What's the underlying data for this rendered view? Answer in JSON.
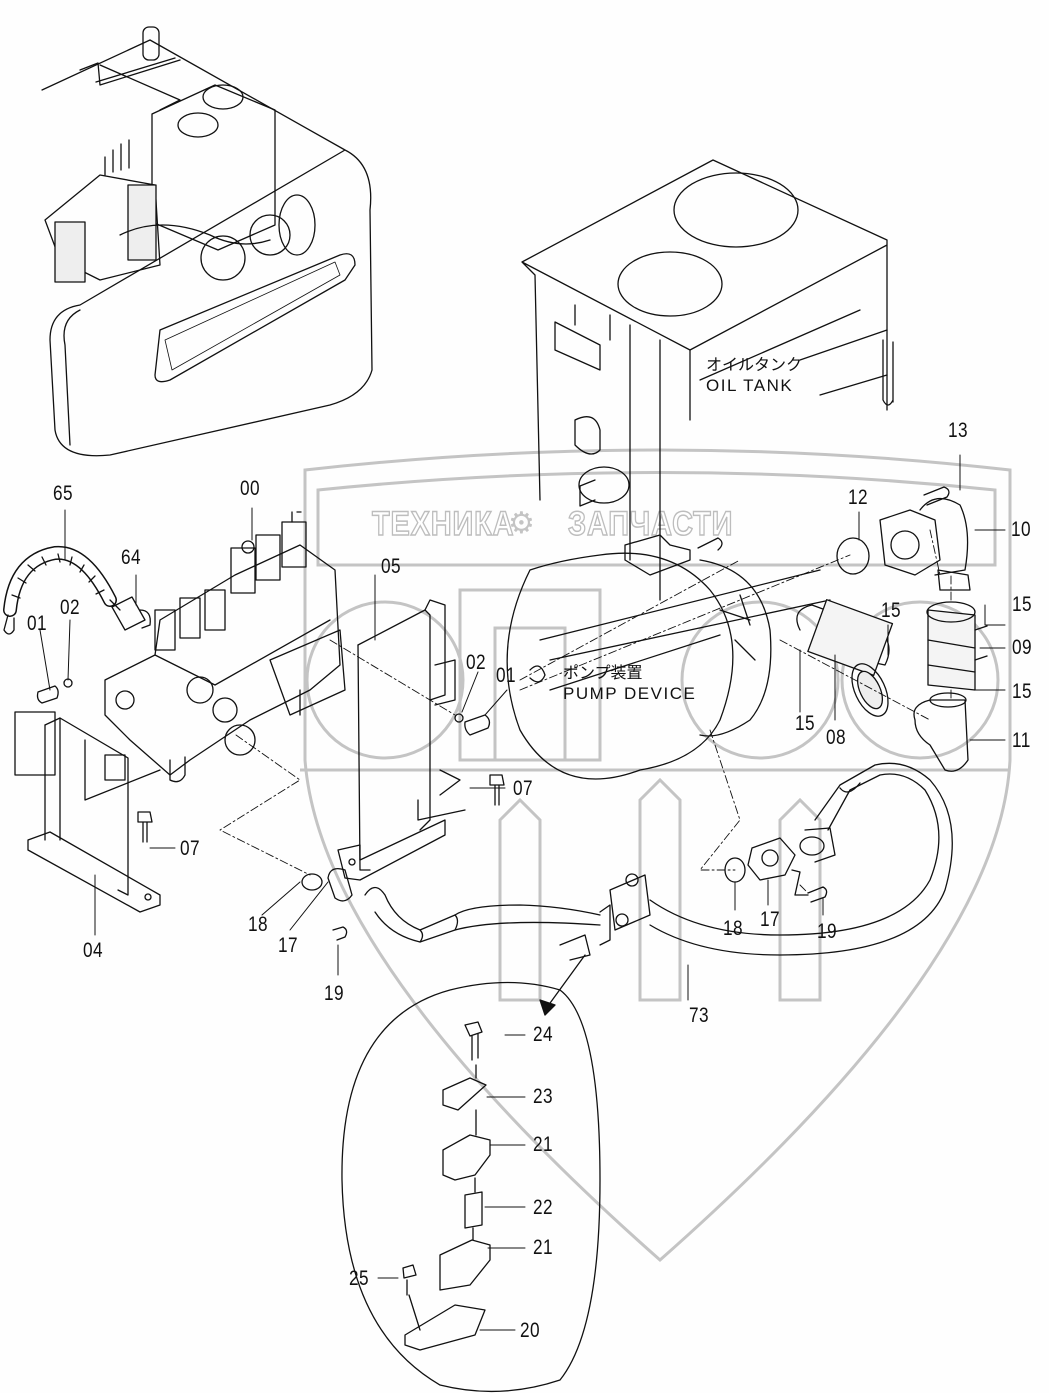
{
  "watermark": {
    "left_text": "ТЕХНИКА",
    "right_text": "ЗАПЧАСТИ",
    "logo_letters": "СПЧ",
    "color": "#bdbdbd"
  },
  "captions": {
    "oil_tank": {
      "jp": "オイルタンク",
      "en": "OIL TANK"
    },
    "pump_device": {
      "jp": "ポンプ装置",
      "en": "PUMP DEVICE"
    }
  },
  "callouts": [
    {
      "id": "00",
      "part": "control-valve"
    },
    {
      "id": "65",
      "part": "spiral-hose-guard"
    },
    {
      "id": "64",
      "part": "hose-fitting"
    },
    {
      "id": "01",
      "part": "bolt-left"
    },
    {
      "id": "02",
      "part": "washer-left"
    },
    {
      "id": "05",
      "part": "bracket-right"
    },
    {
      "id": "02",
      "part": "washer-right"
    },
    {
      "id": "01",
      "part": "bolt-right"
    },
    {
      "id": "07",
      "part": "bolt-bracket-right"
    },
    {
      "id": "07",
      "part": "bolt-bracket-left"
    },
    {
      "id": "04",
      "part": "bracket-left"
    },
    {
      "id": "18",
      "part": "o-ring-left"
    },
    {
      "id": "17",
      "part": "flange-left"
    },
    {
      "id": "19",
      "part": "bolt-flange-left"
    },
    {
      "id": "73",
      "part": "suction-hose"
    },
    {
      "id": "18",
      "part": "o-ring-right"
    },
    {
      "id": "17",
      "part": "flange-right"
    },
    {
      "id": "19",
      "part": "bolt-flange-right"
    },
    {
      "id": "12",
      "part": "gasket"
    },
    {
      "id": "13",
      "part": "bolt-elbow"
    },
    {
      "id": "10",
      "part": "elbow-upper"
    },
    {
      "id": "15",
      "part": "clamp-upper"
    },
    {
      "id": "09",
      "part": "hose-coupling"
    },
    {
      "id": "15",
      "part": "clamp-lower"
    },
    {
      "id": "11",
      "part": "elbow-lower"
    },
    {
      "id": "15",
      "part": "clamp-filter-top"
    },
    {
      "id": "15",
      "part": "clamp-filter-left"
    },
    {
      "id": "08",
      "part": "suction-filter-hose"
    },
    {
      "id": "24",
      "part": "clamp-bolt"
    },
    {
      "id": "23",
      "part": "clamp-plate"
    },
    {
      "id": "21",
      "part": "clamp-upper-half"
    },
    {
      "id": "22",
      "part": "spacer"
    },
    {
      "id": "21",
      "part": "clamp-lower-half"
    },
    {
      "id": "25",
      "part": "bracket-bolt"
    },
    {
      "id": "20",
      "part": "clamp-bracket"
    }
  ]
}
